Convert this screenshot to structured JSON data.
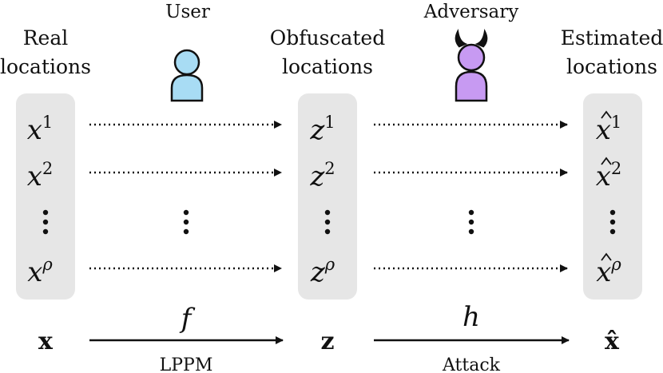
{
  "headers": {
    "real": [
      "Real",
      "locations"
    ],
    "obfuscated": [
      "Obfuscated",
      "locations"
    ],
    "estimated": [
      "Estimated",
      "locations"
    ],
    "user": "User",
    "adversary": "Adversary"
  },
  "columns": {
    "real": {
      "base": "x",
      "hat": false,
      "exponents": [
        "1",
        "2",
        "ρ"
      ]
    },
    "obfuscated": {
      "base": "z",
      "hat": false,
      "exponents": [
        "1",
        "2",
        "ρ"
      ]
    },
    "estimated": {
      "base": "x",
      "hat": true,
      "exponents": [
        "1",
        "2",
        "ρ"
      ]
    }
  },
  "bottom": {
    "left_symbol": "x",
    "mid_symbol": "z",
    "right_symbol": "x̂",
    "f_label": "f",
    "h_label": "h",
    "mechanism_label": "LPPM",
    "attack_label": "Attack"
  },
  "colors": {
    "box": "#e6e6e6",
    "user_icon": "#a8dcf4",
    "adversary_icon": "#c79af2",
    "horn": "#111111",
    "stroke": "#111111"
  }
}
